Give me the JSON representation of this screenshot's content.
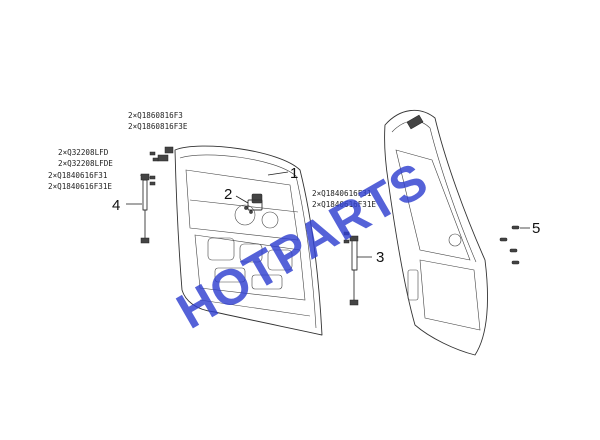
{
  "labels": {
    "hinge_bolt_1": "2×Q1860816F3",
    "hinge_bolt_2": "2×Q1860816F3E",
    "strut_mount_1": "2×Q32208LFD",
    "strut_mount_2": "2×Q32208LFDE",
    "strut_bolt_1": "2×Q1840616F31",
    "strut_bolt_2": "2×Q1840616F31E",
    "right_bolt_1": "2×Q1840616F31",
    "right_bolt_2": "2×Q1840616F31E"
  },
  "callouts": {
    "c1": "1",
    "c2": "2",
    "c3": "3",
    "c4": "4",
    "c5": "5"
  },
  "watermark": "HOTPARTS"
}
